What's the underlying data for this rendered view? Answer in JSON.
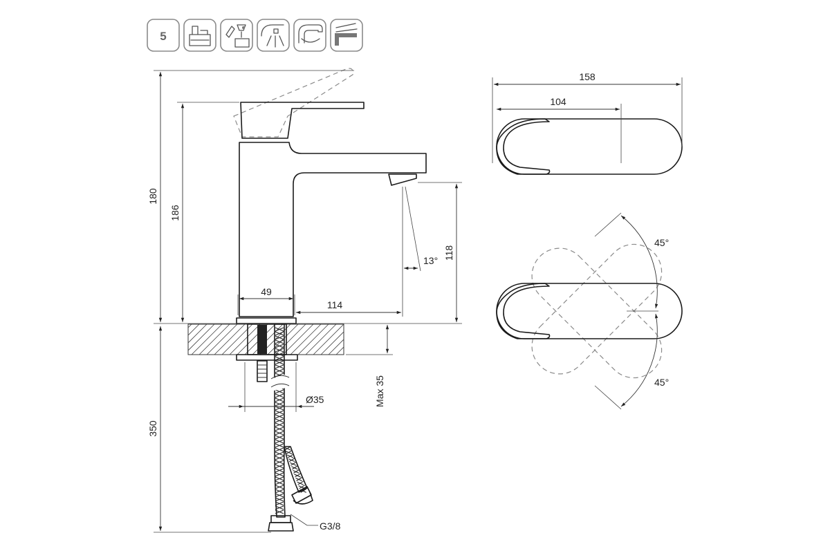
{
  "badges": {
    "guarantee_years": "5",
    "icons": [
      "bath-ceramic-icon",
      "installation-kit-icon",
      "flow-aerator-icon",
      "swivel-spout-icon",
      "spout-reach-icon"
    ]
  },
  "dimensions": {
    "total_height": "180",
    "lever_height": "186",
    "base_width": "49",
    "spout_reach": "114",
    "spout_height": "118",
    "spout_angle": "13°",
    "hole_diameter": "Ø35",
    "max_thickness": "Max 35",
    "hose_length": "350",
    "hose_thread": "G3/8",
    "top_length": "158",
    "top_lever_length": "104",
    "swing_angle_upper": "45°",
    "swing_angle_lower": "45°"
  }
}
